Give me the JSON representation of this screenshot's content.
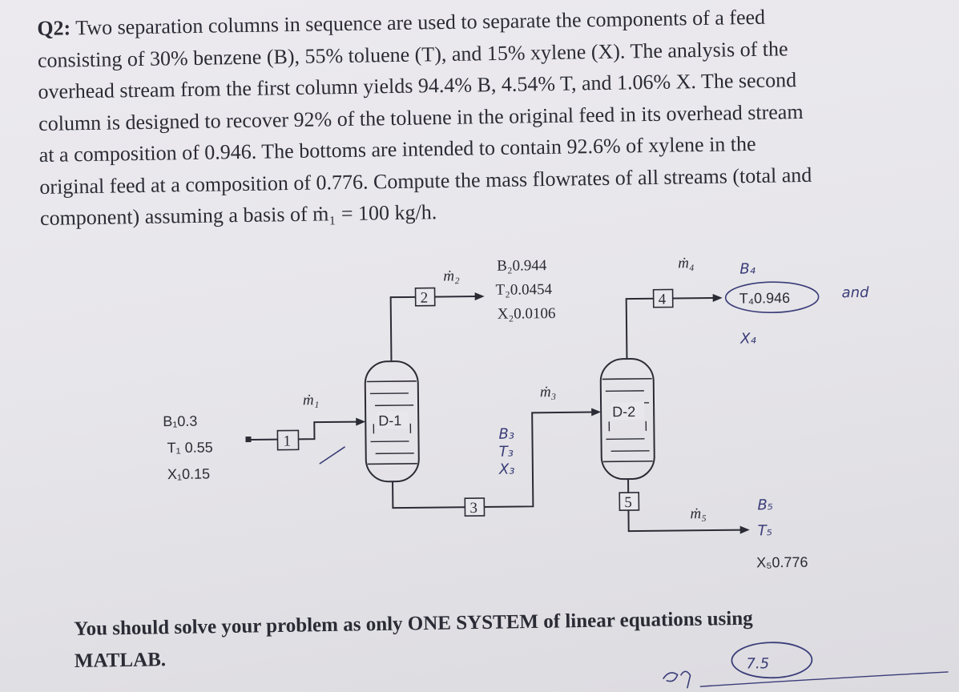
{
  "question": {
    "number": "Q2:",
    "lines": [
      " Two separation columns in sequence are used to separate the components of a feed",
      "consisting of 30% benzene (B), 55% toluene (T), and 15% xylene (X). The analysis of the",
      "overhead stream from the first column yields 94.4% B, 4.54% T, and 1.06% X. The second",
      "column is designed to recover 92% of the toluene in the original feed in its overhead stream",
      "at a composition of 0.946. The bottoms are intended to contain 92.6% of xylene in the",
      "original feed at a composition of 0.776. Compute the mass flowrates of all streams (total and",
      "component) assuming a basis of ṁ₁ = 100 kg/h."
    ]
  },
  "diagram": {
    "feed": {
      "B": "B₁0.3",
      "T": "T₁ 0.55",
      "X": "X₁0.15",
      "stream_no": "1",
      "flow": "ṁ₁"
    },
    "columns": {
      "d1": "D-1",
      "d2": "D-2"
    },
    "stream2": {
      "stream_no": "2",
      "flow": "ṁ₂",
      "B": "B₂0.944",
      "T": "T₂0.0454",
      "X": "X₂0.0106"
    },
    "stream3": {
      "stream_no": "3",
      "flow": "ṁ₃",
      "B": "B₃",
      "T": "T₃",
      "X": "X₃"
    },
    "stream4": {
      "stream_no": "4",
      "flow": "ṁ₄",
      "B": "B₄",
      "T": "T₄0.946",
      "X": "X₄"
    },
    "stream5": {
      "stream_no": "5",
      "flow": "ṁ₅",
      "B": "B₅",
      "T": "T₅",
      "X": "X₅0.776"
    },
    "handwritten": {
      "and": "and",
      "score": "7.5"
    }
  },
  "footnote": {
    "lines": [
      "You should solve your problem as only ONE SYSTEM of linear equations using",
      "MATLAB."
    ]
  }
}
